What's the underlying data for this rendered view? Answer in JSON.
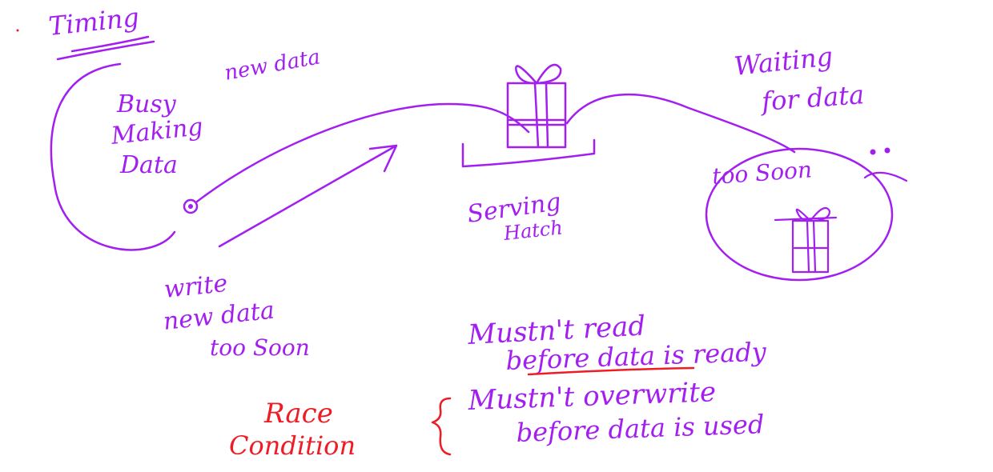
{
  "colors": {
    "ink": "#a21ff0",
    "accent": "#ee1c24",
    "background": "#ffffff"
  },
  "labels": {
    "title": "Timing",
    "new_data": "new data",
    "busy_line1": "Busy",
    "busy_line2": "Making",
    "busy_line3": "Data",
    "write_line1": "write",
    "write_line2": "new data",
    "write_line3": "too Soon",
    "serving_line1": "Serving",
    "serving_line2": "Hatch",
    "waiting_line1": "Waiting",
    "waiting_line2": "for data",
    "too_soon": "too Soon",
    "mustnt_read_line1": "Mustn't read",
    "mustnt_read_line2": "before data is ready",
    "mustnt_overwrite_line1": "Mustn't overwrite",
    "mustnt_overwrite_line2": "before data is used",
    "race_line1": "Race",
    "race_line2": "Condition"
  },
  "icons": [
    "gift-box-icon",
    "sad-face-icon",
    "brace-icon",
    "arrow-icon"
  ]
}
